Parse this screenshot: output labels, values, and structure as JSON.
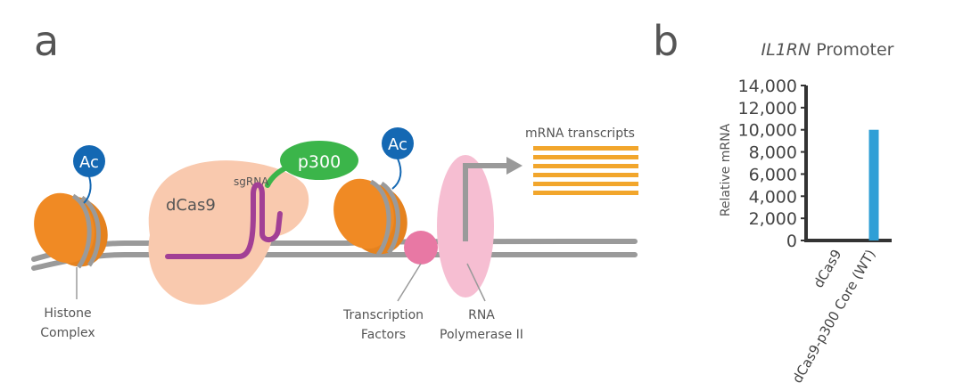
{
  "panel_a": {
    "letter": "a",
    "labels": {
      "ac_left": "Ac",
      "ac_right": "Ac",
      "p300": "p300",
      "dcas9": "dCas9",
      "sgrna": "sgRNA",
      "mrna": "mRNA transcripts",
      "histone_line1": "Histone",
      "histone_line2": "Complex",
      "tf_line1": "Transcription",
      "tf_line2": "Factors",
      "rna_line1": "RNA",
      "rna_line2": "Polymerase II"
    },
    "colors": {
      "nucleosome": "#f08a24",
      "ac_badge": "#1468b3",
      "p300": "#3bb54a",
      "dcas9": "#f9c9ae",
      "sgrna": "#a23f95",
      "dna": "#9a9a9a",
      "tf": "#e878a4",
      "rnapol": "#f6bed2",
      "mrna": "#f2a62c"
    }
  },
  "panel_b": {
    "letter": "b",
    "title_italic": "IL1RN",
    "title_rest": " Promoter"
  },
  "chart_data": {
    "type": "bar",
    "title": "IL1RN Promoter",
    "categories": [
      "dCas9",
      "dCas9-p300 Core (WT)"
    ],
    "values": [
      20,
      10000
    ],
    "ylabel": "Relative mRNA",
    "xlabel": "",
    "ylim": [
      0,
      14000
    ],
    "yticks": [
      0,
      2000,
      4000,
      6000,
      8000,
      10000,
      12000,
      14000
    ],
    "ytick_labels": [
      "0",
      "2,000",
      "4,000",
      "6,000",
      "8,000",
      "10,000",
      "12,000",
      "14,000"
    ],
    "bar_color": "#2f9fd6",
    "grid": false,
    "legend": "none"
  }
}
